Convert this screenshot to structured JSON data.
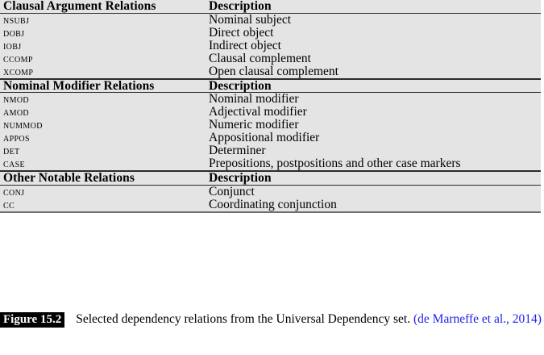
{
  "figure": {
    "label": "Figure 15.2",
    "caption_text": "Selected dependency relations from the Universal Dependency set.",
    "citation": "(de Marneffe et al., 2014)",
    "citation_color": "#2020e8"
  },
  "table": {
    "description_header": "Description",
    "background_color": "#e4e4e4",
    "rule_color": "#2b2b2b",
    "sections": [
      {
        "header": "Clausal Argument Relations",
        "rows": [
          {
            "relation": "NSUBJ",
            "description": "Nominal subject"
          },
          {
            "relation": "DOBJ",
            "description": "Direct object"
          },
          {
            "relation": "IOBJ",
            "description": "Indirect object"
          },
          {
            "relation": "CCOMP",
            "description": "Clausal complement"
          },
          {
            "relation": "XCOMP",
            "description": "Open clausal complement"
          }
        ]
      },
      {
        "header": "Nominal Modifier Relations",
        "rows": [
          {
            "relation": "NMOD",
            "description": "Nominal modifier"
          },
          {
            "relation": "AMOD",
            "description": "Adjectival modifier"
          },
          {
            "relation": "NUMMOD",
            "description": "Numeric modifier"
          },
          {
            "relation": "APPOS",
            "description": "Appositional modifier"
          },
          {
            "relation": "DET",
            "description": "Determiner"
          },
          {
            "relation": "CASE",
            "description": "Prepositions, postpositions and other case markers"
          }
        ]
      },
      {
        "header": "Other Notable Relations",
        "rows": [
          {
            "relation": "CONJ",
            "description": "Conjunct"
          },
          {
            "relation": "CC",
            "description": "Coordinating conjunction"
          }
        ]
      }
    ]
  }
}
